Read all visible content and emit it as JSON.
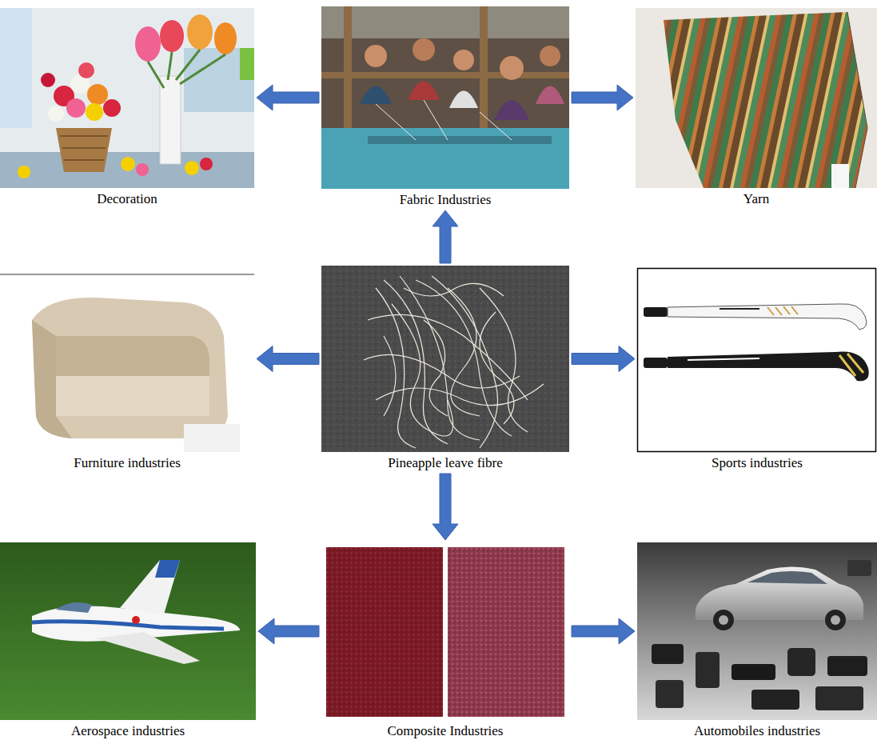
{
  "diagram": {
    "nodes": [
      {
        "text": [
          "Decoration"
        ]
      },
      {
        "text": [
          "Fabric Industries"
        ]
      },
      {
        "text": [
          "Yarn"
        ]
      },
      {
        "text": [
          "Furniture industries"
        ]
      },
      {
        "text": [
          "Pineapple leave fibre"
        ]
      },
      {
        "text": [
          "Sports industries"
        ]
      },
      {
        "text": [
          "Aerospace industries"
        ]
      },
      {
        "text": [
          "Composite Industries"
        ]
      },
      {
        "text": [
          "Automobiles industries"
        ]
      }
    ],
    "edges": [
      {
        "from": 1,
        "to": 0,
        "arrow": "to"
      },
      {
        "from": 1,
        "to": 2,
        "arrow": "to"
      },
      {
        "from": 4,
        "to": 1,
        "arrow": "to"
      },
      {
        "from": 4,
        "to": 3,
        "arrow": "to"
      },
      {
        "from": 4,
        "to": 5,
        "arrow": "to"
      },
      {
        "from": 4,
        "to": 7,
        "arrow": "to"
      },
      {
        "from": 7,
        "to": 6,
        "arrow": "to"
      },
      {
        "from": 7,
        "to": 8,
        "arrow": "to"
      }
    ]
  }
}
